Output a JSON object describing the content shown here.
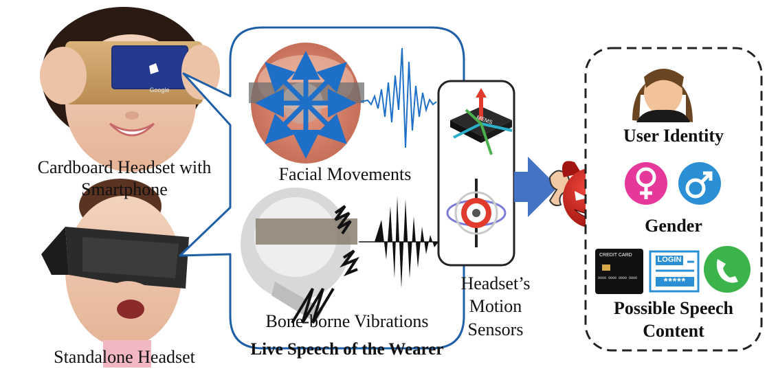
{
  "headsets": {
    "cardboard_label_line1": "Cardboard Headset with",
    "cardboard_label_line2": "Smartphone",
    "standalone_label": "Standalone Headset",
    "cardboard_brand_text": "Google"
  },
  "speech_panel": {
    "facial_label": "Facial Movements",
    "bone_label": "Bone-borne Vibrations",
    "caption": "Live Speech of the Wearer"
  },
  "sensors": {
    "chip_text": "MEMS",
    "label_line1": "Headset’s",
    "label_line2": "Motion",
    "label_line3": "Sensors"
  },
  "inference_panel": {
    "user_identity_label": "User Identity",
    "gender_label": "Gender",
    "content_label_line1": "Possible Speech",
    "content_label_line2": "Content",
    "credit_card_text": "CREDIT CARD",
    "credit_card_number": "0000 0000 0000 0000",
    "login_text": "LOGIN",
    "password_mask": "*****"
  },
  "colors": {
    "panel_border": "#1f5fa8",
    "arrow_blue": "#4472c4",
    "waveform_blue": "#1e6fc8",
    "female_pink": "#e6389a",
    "male_blue": "#2b8fd6",
    "phone_green": "#3cb44b",
    "devil_red": "#d8261f"
  },
  "icons": [
    "vr-cardboard-icon",
    "vr-standalone-icon",
    "face-muscle-icon",
    "skull-icon",
    "mems-chip-icon",
    "gyroscope-icon",
    "ear-icon",
    "devil-icon",
    "user-avatar-icon",
    "female-icon",
    "male-icon",
    "credit-card-icon",
    "login-icon",
    "phone-icon"
  ]
}
